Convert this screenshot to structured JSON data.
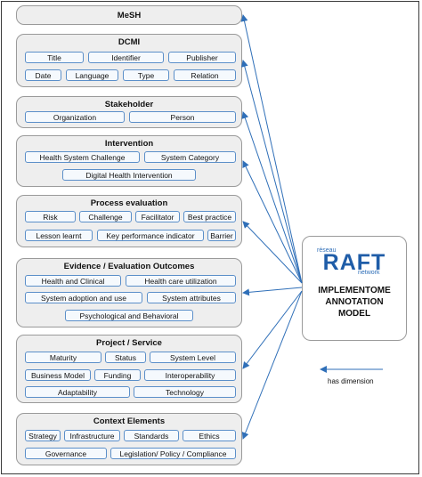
{
  "colors": {
    "arrow": "#2f6fb8",
    "item_border": "#5b8fc9",
    "group_fill": "#eeeeee",
    "brand": "#1f5da8"
  },
  "groups": [
    {
      "title": "MeSH",
      "items": []
    },
    {
      "title": "DCMI",
      "items": [
        "Title",
        "Identifier",
        "Publisher",
        "Date",
        "Language",
        "Type",
        "Relation"
      ]
    },
    {
      "title": "Stakeholder",
      "items": [
        "Organization",
        "Person"
      ]
    },
    {
      "title": "Intervention",
      "items": [
        "Health System Challenge",
        "System Category",
        "Digital Health Intervention"
      ]
    },
    {
      "title": "Process evaluation",
      "items": [
        "Risk",
        "Challenge",
        "Facilitator",
        "Best practice",
        "Lesson learnt",
        "Key performance indicator",
        "Barrier"
      ]
    },
    {
      "title": "Evidence / Evaluation Outcomes",
      "items": [
        "Health and Clinical",
        "Health care utilization",
        "System adoption and use",
        "System attributes",
        "Psychological and Behavioral"
      ]
    },
    {
      "title": "Project / Service",
      "items": [
        "Maturity",
        "Status",
        "System Level",
        "Business Model",
        "Funding",
        "Interoperability",
        "Adaptability",
        "Technology"
      ]
    },
    {
      "title": "Context Elements",
      "items": [
        "Strategy",
        "Infrastructure",
        "Standards",
        "Ethics",
        "Governance",
        "Legislation/ Policy / Compliance"
      ]
    }
  ],
  "logo": {
    "brand": "RAFT",
    "top_small": "réseau",
    "bottom_small": "network",
    "title_line1": "IMPLEMENTOME",
    "title_line2": "ANNOTATION",
    "title_line3": "MODEL"
  },
  "legend": {
    "label": "has dimension"
  }
}
